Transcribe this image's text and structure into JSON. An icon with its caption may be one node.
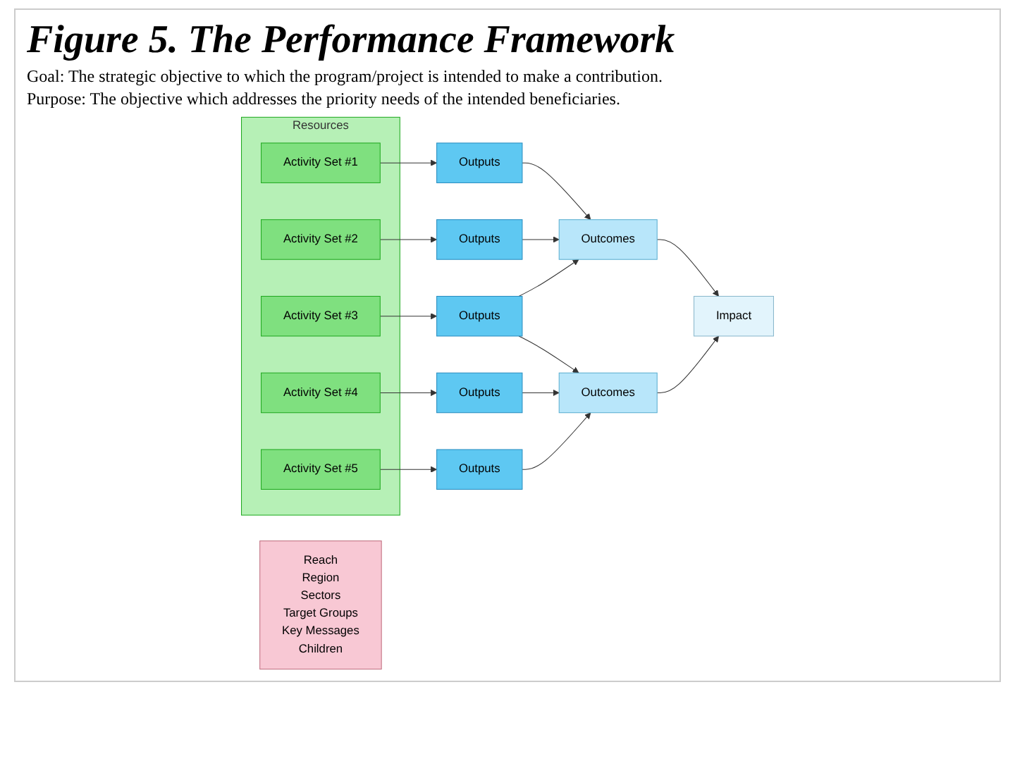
{
  "diagram": {
    "title": "Figure 5. The Performance Framework",
    "nodes": [
      {
        "text": [
          "Resources"
        ]
      },
      {
        "text": [
          "Activity Set #1"
        ],
        "in": 0
      },
      {
        "text": [
          "Activity Set #2"
        ],
        "in": 0
      },
      {
        "text": [
          "Activity Set #3"
        ],
        "in": 0
      },
      {
        "text": [
          "Activity Set #4"
        ],
        "in": 0
      },
      {
        "text": [
          "Activity Set #5"
        ],
        "in": 0
      },
      {
        "text": [
          "Reach",
          "Region",
          "Sectors",
          "Target Groups",
          "Key Messages",
          "Children"
        ]
      },
      {
        "text": [
          "Outputs"
        ]
      },
      {
        "text": [
          "Outputs"
        ]
      },
      {
        "text": [
          "Outputs"
        ]
      },
      {
        "text": [
          "Outputs"
        ]
      },
      {
        "text": [
          "Outputs"
        ]
      },
      {
        "text": [
          "Outcomes"
        ]
      },
      {
        "text": [
          "Outcomes"
        ]
      },
      {
        "text": [
          "Impact"
        ]
      }
    ],
    "edges": [
      {
        "from": 1,
        "to": 7,
        "arrow": "to"
      },
      {
        "from": 2,
        "to": 8,
        "arrow": "to"
      },
      {
        "from": 3,
        "to": 9,
        "arrow": "to"
      },
      {
        "from": 4,
        "to": 10,
        "arrow": "to"
      },
      {
        "from": 5,
        "to": 11,
        "arrow": "to"
      },
      {
        "from": 7,
        "to": 12,
        "arrow": "to"
      },
      {
        "from": 8,
        "to": 12,
        "arrow": "to"
      },
      {
        "from": 9,
        "to": 12,
        "arrow": "to"
      },
      {
        "from": 9,
        "to": 13,
        "arrow": "to"
      },
      {
        "from": 10,
        "to": 13,
        "arrow": "to"
      },
      {
        "from": 11,
        "to": 13,
        "arrow": "to"
      },
      {
        "from": 12,
        "to": 14,
        "arrow": "to"
      },
      {
        "from": 13,
        "to": 14,
        "arrow": "to"
      }
    ],
    "labels": [
      "Goal: The strategic objective to which the program/project is intended to make a contribution.",
      "Purpose: The objective which addresses the priority needs of the intended beneficiaries."
    ]
  }
}
